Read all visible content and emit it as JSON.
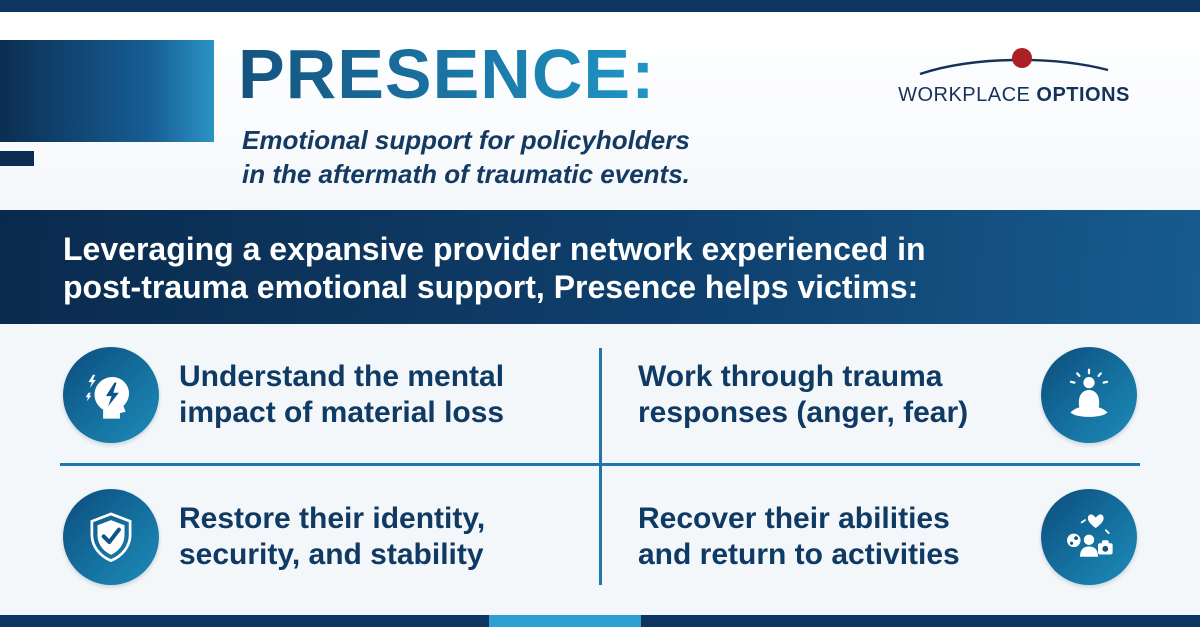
{
  "colors": {
    "navy": "#0E3560",
    "accent_blue": "#1E76AC",
    "light_blue": "#2E9FD1",
    "logo_red": "#AC1F24",
    "section_bg": "#F4F7FA"
  },
  "header": {
    "title": "PRESENCE:",
    "subtitle_line1": "Emotional support for policyholders",
    "subtitle_line2": "in the aftermath of traumatic events.",
    "logo": {
      "word1": "WORKPLACE",
      "word2": "OPTIONS"
    }
  },
  "banner": {
    "line1": "Leveraging a expansive provider network experienced in",
    "line2_prefix": "post-trauma emotional support, ",
    "line2_bold": "Presence",
    "line2_suffix": " helps victims:"
  },
  "grid": {
    "items": [
      {
        "icon": "head-lightning-icon",
        "line1": "Understand the mental",
        "line2": "impact of material loss"
      },
      {
        "icon": "meditation-icon",
        "line1": "Work through trauma",
        "line2": "responses (anger, fear)"
      },
      {
        "icon": "shield-check-icon",
        "line1": "Restore their identity,",
        "line2": "security, and stability"
      },
      {
        "icon": "activities-icon",
        "line1": "Recover their abilities",
        "line2": "and return to activities"
      }
    ]
  }
}
